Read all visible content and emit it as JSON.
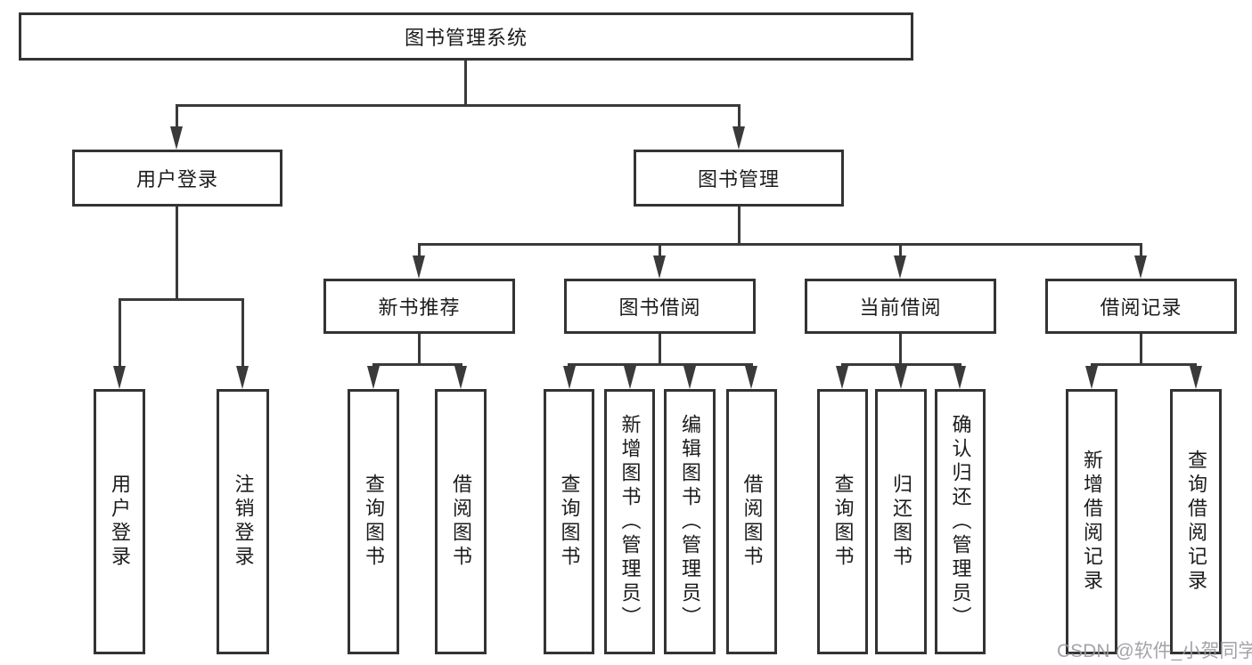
{
  "colors": {
    "line": "#3a3a3a",
    "box_border": "#333333",
    "text": "#1c1c1c",
    "background": "#ffffff",
    "watermark": "#9a9aa0"
  },
  "watermark": {
    "text": "CSDN @软件_小贺同学"
  },
  "tree": {
    "label": "图书管理系统",
    "children": [
      {
        "label": "用户登录",
        "children": [
          {
            "label": "用户登录"
          },
          {
            "label": "注销登录"
          }
        ]
      },
      {
        "label": "图书管理",
        "children": [
          {
            "label": "新书推荐",
            "children": [
              {
                "label": "查询图书"
              },
              {
                "label": "借阅图书"
              }
            ]
          },
          {
            "label": "图书借阅",
            "children": [
              {
                "label": "查询图书"
              },
              {
                "label": "新增图书（管理员）"
              },
              {
                "label": "编辑图书（管理员）"
              },
              {
                "label": "借阅图书"
              }
            ]
          },
          {
            "label": "当前借阅",
            "children": [
              {
                "label": "查询图书"
              },
              {
                "label": "归还图书"
              },
              {
                "label": "确认归还（管理员）"
              }
            ]
          },
          {
            "label": "借阅记录",
            "children": [
              {
                "label": "新增借阅记录"
              },
              {
                "label": "查询借阅记录"
              }
            ]
          }
        ]
      }
    ]
  }
}
